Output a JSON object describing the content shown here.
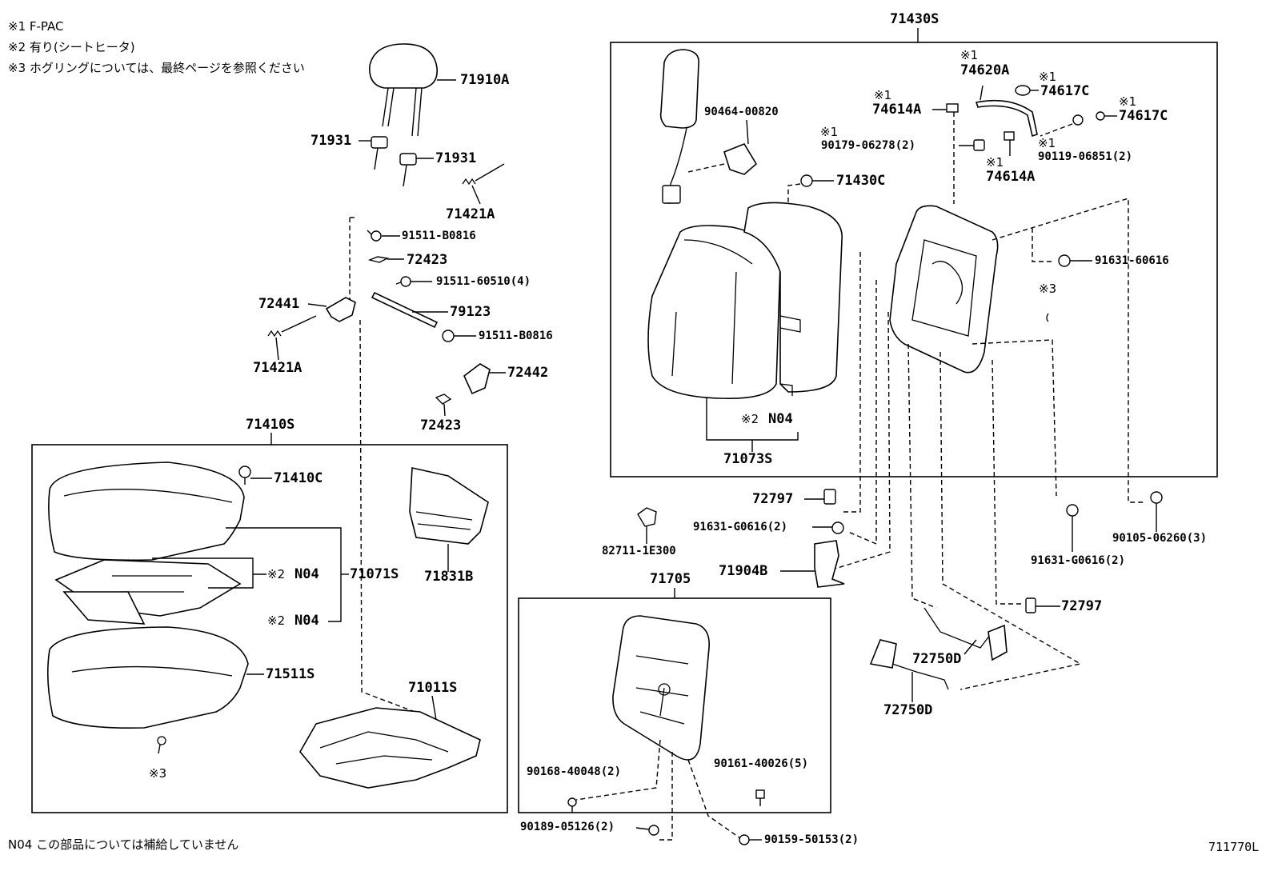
{
  "notes": {
    "n1": "※1 F-PAC",
    "n2": "※2 有り(シートヒータ)",
    "n3": "※3  ホグリングについては、最終ページを参照ください",
    "footer": "N04 この部品については補給していません"
  },
  "figure_code": "711770L",
  "marks": {
    "m1": "※1",
    "m2": "※2",
    "m3": "※3"
  },
  "parts": {
    "p71430S": "71430S",
    "p71910A": "71910A",
    "p71931a": "71931",
    "p71931b": "71931",
    "p71421A_top": "71421A",
    "p91511B0816_a": "91511-B0816",
    "p72423_a": "72423",
    "p9151160510": "91511-60510(4)",
    "p72441": "72441",
    "p79123": "79123",
    "p91511B0816_b": "91511-B0816",
    "p71421A_bot": "71421A",
    "p72442": "72442",
    "p72423_b": "72423",
    "p71410S": "71410S",
    "p71410C": "71410C",
    "p71831B": "71831B",
    "p71071S": "71071S",
    "pN04_a": "N04",
    "pN04_b": "N04",
    "p71511S": "71511S",
    "p71011S": "71011S",
    "p9046400820": "90464-00820",
    "p74620A": "74620A",
    "p74617C_a": "74617C",
    "p74617C_b": "74617C",
    "p74614A_a": "74614A",
    "p74614A_b": "74614A",
    "p9017906278": "90179-06278(2)",
    "p9011906851": "90119-06851(2)",
    "p71430C": "71430C",
    "p9163160616": "91631-60616",
    "pN04_c": "N04",
    "p71073S": "71073S",
    "p72797_a": "72797",
    "p91631G0616_a": "91631-G0616(2)",
    "p827111E300": "82711-1E300",
    "p71904B": "71904B",
    "p91631G0616_b": "91631-G0616(2)",
    "p9010506260": "90105-06260(3)",
    "p72797_b": "72797",
    "p72750D_a": "72750D",
    "p72750D_b": "72750D",
    "p71705": "71705",
    "p9016840048": "90168-40048(2)",
    "p9016140026": "90161-40026(5)",
    "p9018905126": "90189-05126(2)",
    "p9015950153": "90159-50153(2)"
  }
}
